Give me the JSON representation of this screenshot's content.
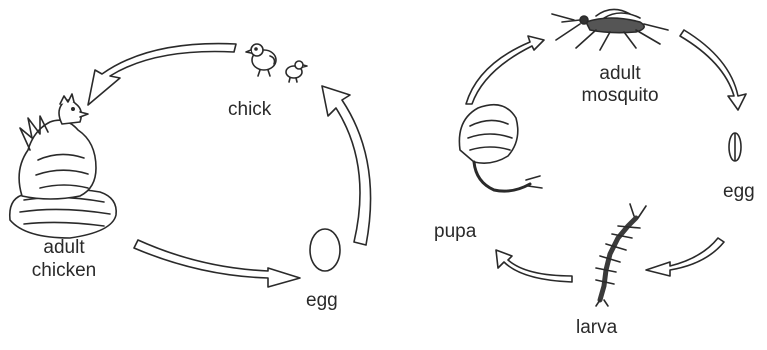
{
  "chicken_cycle": {
    "labels": {
      "chick": "chick",
      "adult_line1": "adult",
      "adult_line2": "chicken",
      "egg": "egg"
    }
  },
  "mosquito_cycle": {
    "labels": {
      "adult_line1": "adult",
      "adult_line2": "mosquito",
      "egg": "egg",
      "larva": "larva",
      "pupa": "pupa"
    }
  },
  "colors": {
    "ink": "#2a2a2a",
    "background": "#ffffff"
  }
}
